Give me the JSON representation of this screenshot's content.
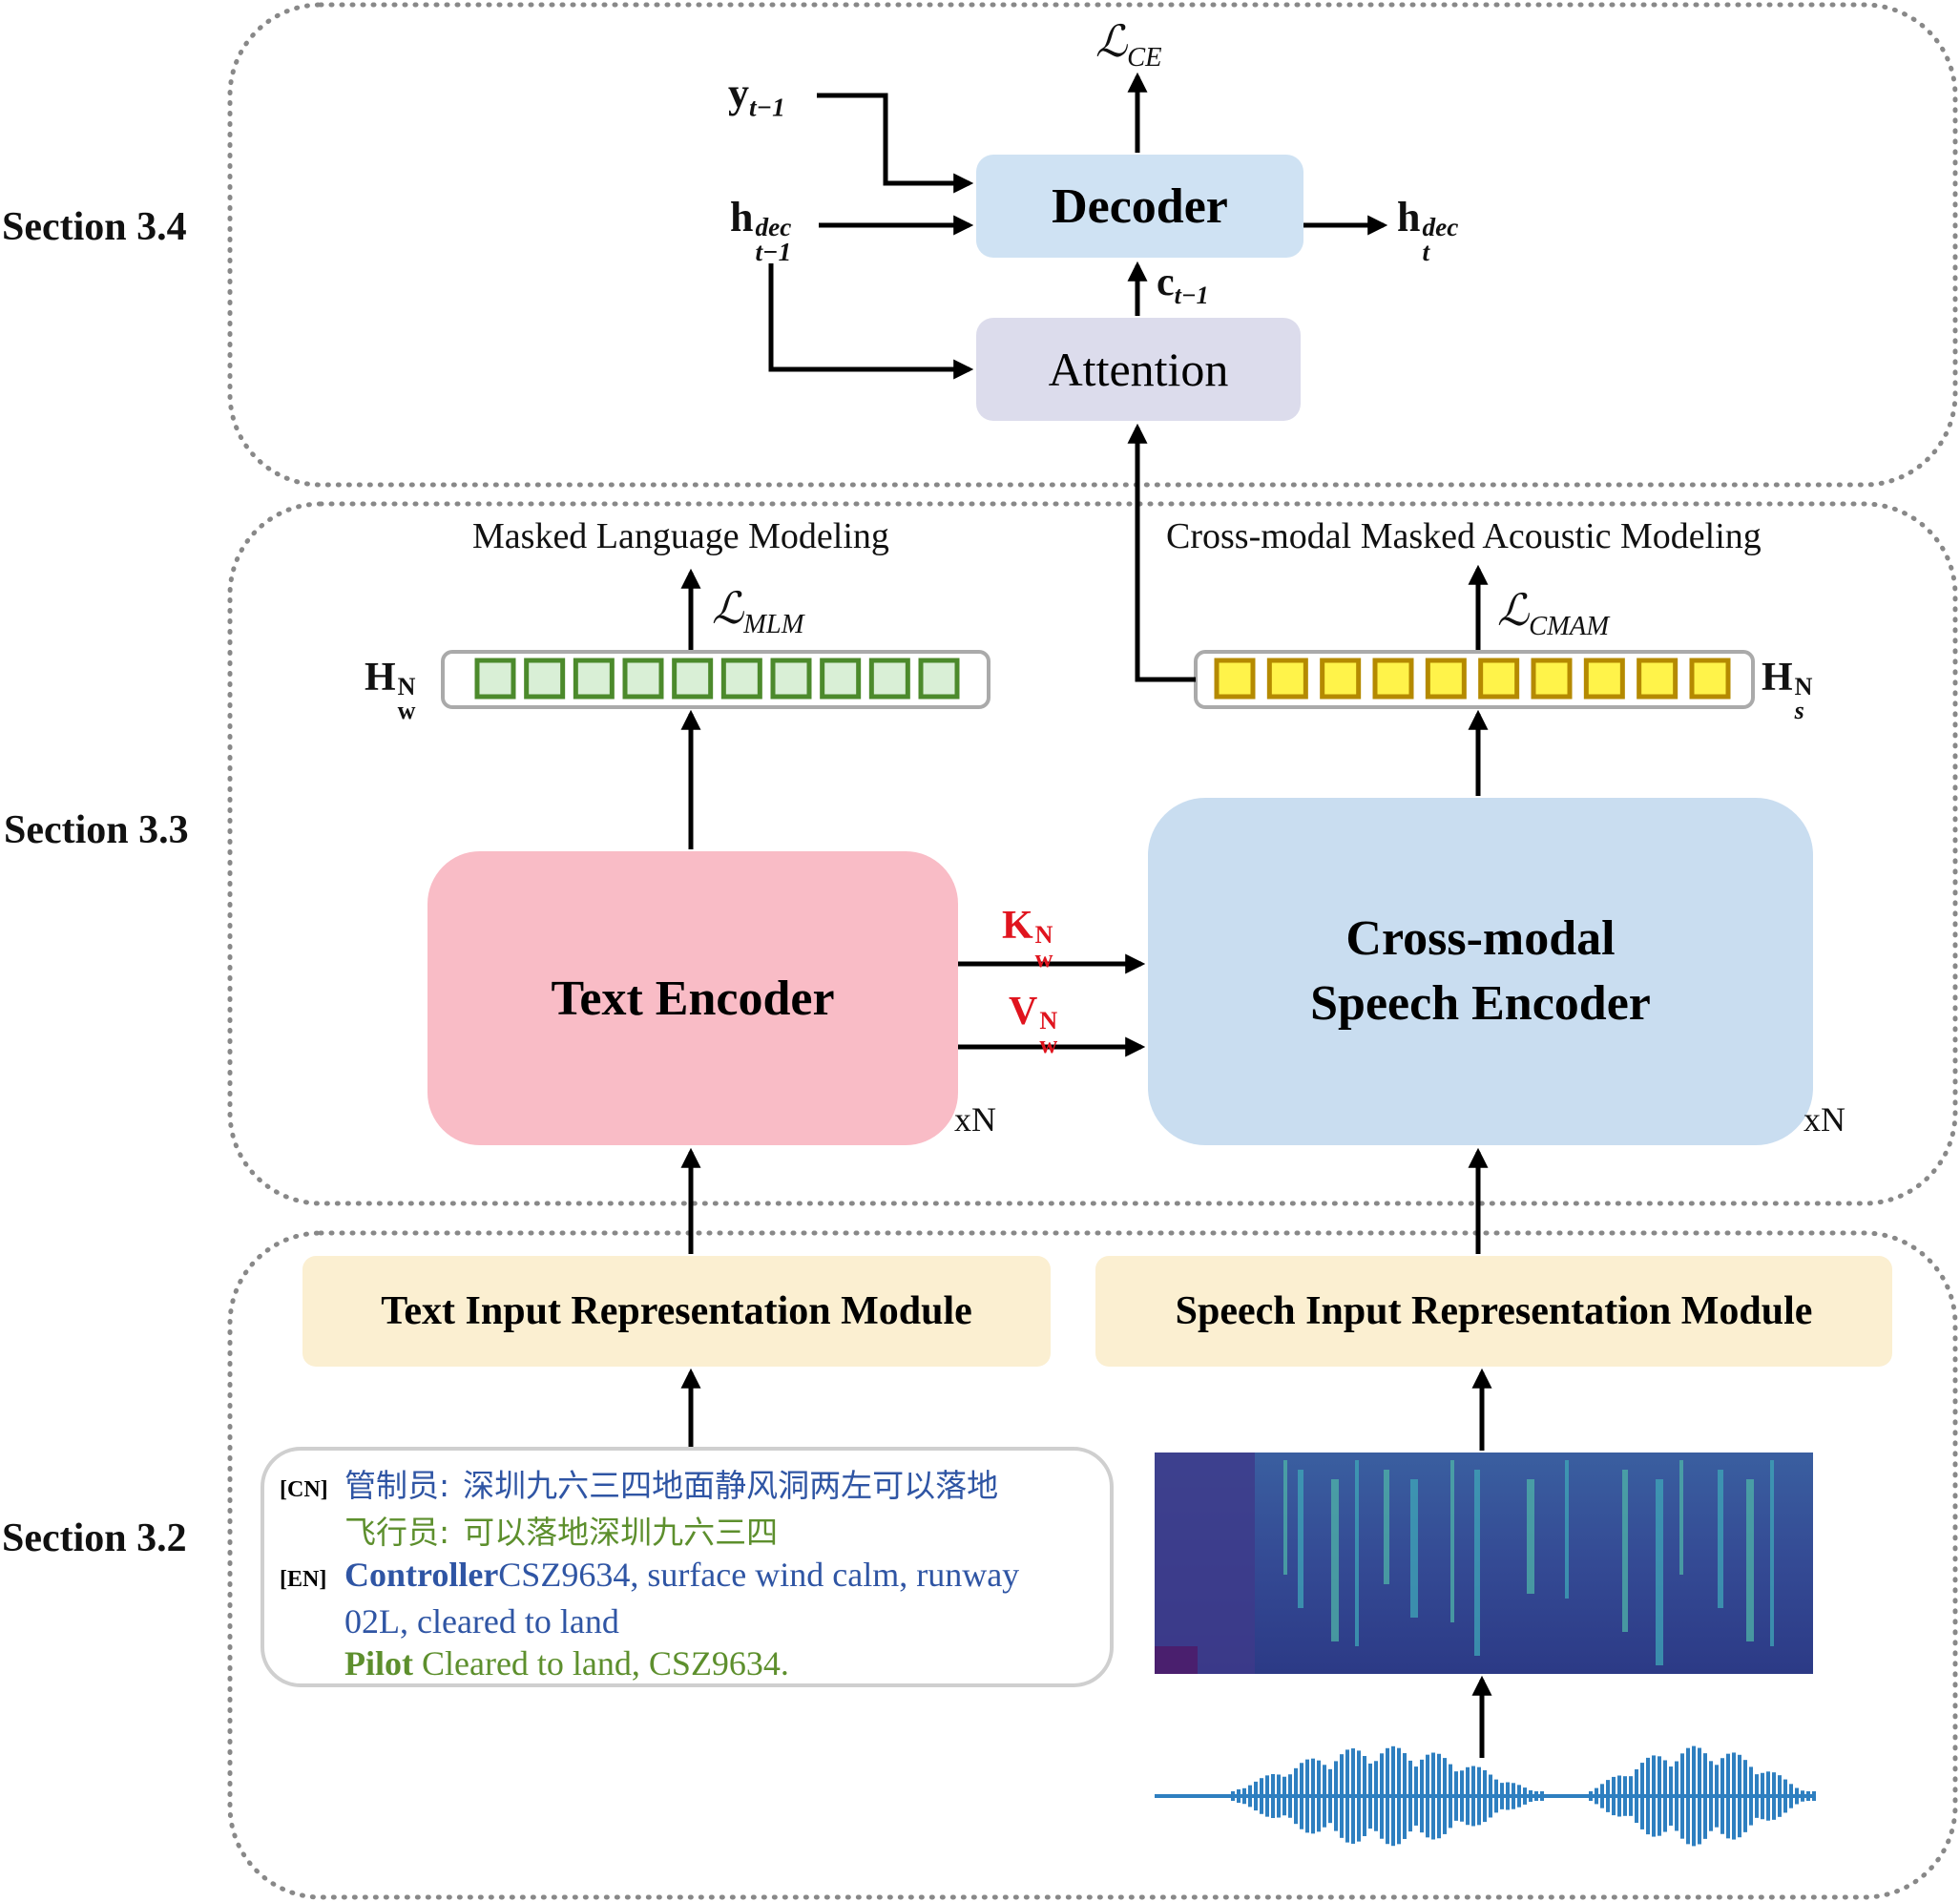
{
  "sections": {
    "s34": "Section 3.4",
    "s33": "Section 3.3",
    "s32": "Section 3.2"
  },
  "decoder_block": {
    "decoder_label": "Decoder",
    "attention_label": "Attention",
    "loss_ce": {
      "script": "ℒ",
      "sub": "CE"
    },
    "y_prev": {
      "base": "y",
      "sub": "t−1"
    },
    "h_prev": {
      "base": "h",
      "sup": "dec",
      "sub": "t−1"
    },
    "h_out": {
      "base": "h",
      "sup": "dec",
      "sub": "t"
    },
    "c_prev": {
      "base": "c",
      "sub": "t−1"
    }
  },
  "encoder_block": {
    "mlm_title": "Masked Language Modeling",
    "cmam_title": "Cross-modal Masked Acoustic Modeling",
    "loss_mlm": {
      "script": "ℒ",
      "sub": "MLM"
    },
    "loss_cmam": {
      "script": "ℒ",
      "sub": "CMAM"
    },
    "hw": {
      "base": "H",
      "sup": "N",
      "sub": "w"
    },
    "hs": {
      "base": "H",
      "sup": "N",
      "sub": "s"
    },
    "kw": {
      "base": "K",
      "sup": "N",
      "sub": "w"
    },
    "vw": {
      "base": "V",
      "sup": "N",
      "sub": "w"
    },
    "text_encoder_label": "Text Encoder",
    "speech_encoder_line1": "Cross-modal",
    "speech_encoder_line2": "Speech Encoder",
    "repeat_left": "xN",
    "repeat_right": "xN",
    "text_token_count": 10,
    "speech_token_count": 10
  },
  "input_block": {
    "text_module_label": "Text Input Representation Module",
    "speech_module_label": "Speech Input Representation Module",
    "transcript": {
      "cn_tag": "[CN]",
      "cn_controller_role": "管制员:",
      "cn_controller_text": "深圳九六三四地面静风洞两左可以落地",
      "cn_pilot_role": "飞行员:",
      "cn_pilot_text": "可以落地深圳九六三四",
      "en_tag": "[EN]",
      "en_controller_role": "Controller",
      "en_controller_text": "CSZ9634, surface wind calm, runway",
      "en_controller_text2": "02L, cleared to land",
      "en_pilot_role": "Pilot",
      "en_pilot_text": "Cleared to land, CSZ9634."
    }
  },
  "colors": {
    "decoder_fill": "#cfe2f3",
    "attention_fill": "#dcdcec",
    "text_encoder_fill": "#f9bcc6",
    "speech_encoder_fill": "#c9ddf0",
    "input_module_fill": "#fbefd1",
    "text_token_stroke": "#4c8a2c",
    "text_token_fill": "#d9efd6",
    "speech_token_stroke": "#b58a00",
    "speech_token_fill": "#fff34a",
    "kv_label": "#e0141e",
    "cn_blue": "#2f55a4",
    "cn_green": "#5d8f2d",
    "dotted_border": "#888888",
    "spectrogram_base": "#33438f",
    "waveform": "#2e7fc0"
  },
  "icons": {
    "spectrogram": "spectrogram-image",
    "waveform": "audio-waveform-image"
  }
}
